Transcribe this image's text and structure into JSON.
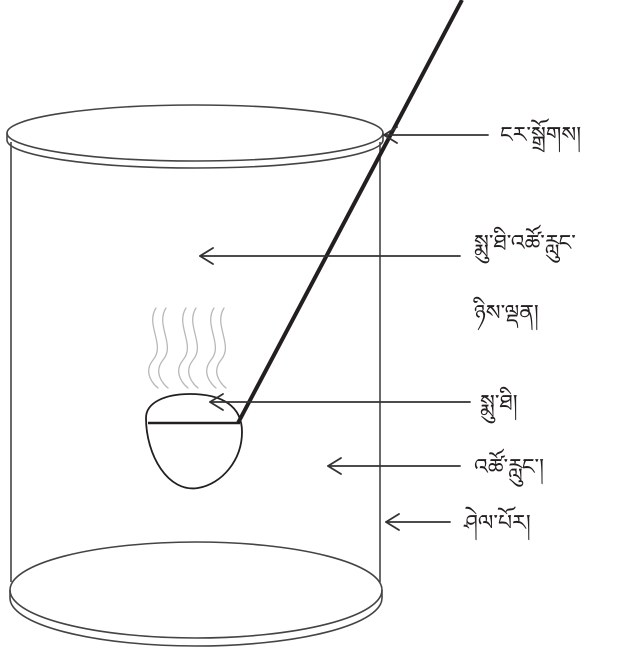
{
  "labels": {
    "stirrer": "ངར་སྒྲོགས།",
    "bulb_atmosphere": "སྨུ་ཐི་འཚོ་རླུང་",
    "bulb_atmosphere_cont": "ཉིས་ལྡན།",
    "bulb": "སྨུ་ཐི།",
    "gas": "འཚོ་རླུང་།",
    "glass_jar": "ཤེལ་པོར།"
  },
  "colors": {
    "stroke": "#231f20",
    "outline": "#444444",
    "fumes": "#b8b8b8",
    "fill": "#ffffff"
  }
}
